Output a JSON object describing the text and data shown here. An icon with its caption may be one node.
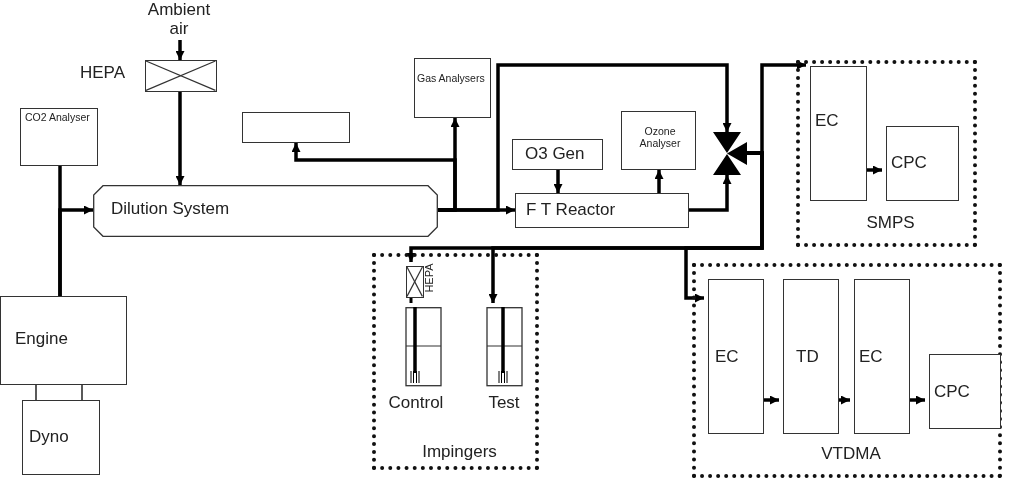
{
  "diagram": {
    "nodes": [
      {
        "text": [
          "Ambient air"
        ]
      },
      {
        "text": [],
        "shape": "box",
        "beside": [
          "HEPA"
        ]
      },
      {
        "text": [
          "CO2 Analyser"
        ]
      },
      {
        "text": [
          "Dilution System"
        ]
      },
      {
        "text": [
          "Engine"
        ]
      },
      {
        "text": [
          "Dyno"
        ]
      },
      {
        "text": [],
        "shape": "box"
      },
      {
        "text": [
          "Gas Analysers"
        ]
      },
      {
        "text": [
          "O3 Gen"
        ]
      },
      {
        "text": [
          "Ozone Analyser"
        ]
      },
      {
        "text": [
          "F T Reactor"
        ]
      },
      {
        "text": [],
        "shape": "valve"
      },
      {
        "text": [
          "SMPS"
        ]
      },
      {
        "text": [
          "EC"
        ],
        "in": 12
      },
      {
        "text": [
          "CPC"
        ],
        "in": 12
      },
      {
        "text": [
          "Impingers"
        ]
      },
      {
        "text": [],
        "shape": "box",
        "beside": [
          "HEPA"
        ],
        "in": 15
      },
      {
        "text": [
          "Control"
        ],
        "in": 15
      },
      {
        "text": [
          "Test"
        ],
        "in": 15
      },
      {
        "text": [
          "VTDMA"
        ]
      },
      {
        "text": [
          "EC"
        ],
        "in": 19
      },
      {
        "text": [
          "TD"
        ],
        "in": 19
      },
      {
        "text": [
          "EC"
        ],
        "in": 19
      },
      {
        "text": [
          "CPC"
        ],
        "in": 19
      }
    ],
    "edges": [
      {
        "from": 0,
        "to": 1,
        "arrow": "to"
      },
      {
        "from": 1,
        "to": 3,
        "arrow": "to"
      },
      {
        "from": 4,
        "to": 3,
        "arrow": "to"
      },
      {
        "from": 4,
        "to": 2,
        "arrow": "none"
      },
      {
        "from": 4,
        "to": 5,
        "arrow": "none"
      },
      {
        "from": 4,
        "to": 5,
        "arrow": "none"
      },
      {
        "from": 3,
        "to": 7,
        "arrow": "to"
      },
      {
        "from": 3,
        "to": 6,
        "arrow": "to"
      },
      {
        "from": 3,
        "to": 10,
        "arrow": "to"
      },
      {
        "from": 3,
        "to": 11,
        "arrow": "to"
      },
      {
        "from": 10,
        "to": 11,
        "arrow": "to"
      },
      {
        "from": 8,
        "to": 10,
        "arrow": "to"
      },
      {
        "from": 10,
        "to": 9,
        "arrow": "to"
      },
      {
        "from": 11,
        "to": 13,
        "arrow": "to"
      },
      {
        "from": 11,
        "to": 16,
        "arrow": "to"
      },
      {
        "from": 11,
        "to": 18,
        "arrow": "to"
      },
      {
        "from": 16,
        "to": 17,
        "arrow": "none"
      },
      {
        "from": 11,
        "to": 20,
        "arrow": "to"
      },
      {
        "from": 13,
        "to": 14,
        "arrow": "to"
      },
      {
        "from": 20,
        "to": 21,
        "arrow": "to"
      },
      {
        "from": 21,
        "to": 22,
        "arrow": "to"
      },
      {
        "from": 22,
        "to": 23,
        "arrow": "to"
      }
    ]
  }
}
